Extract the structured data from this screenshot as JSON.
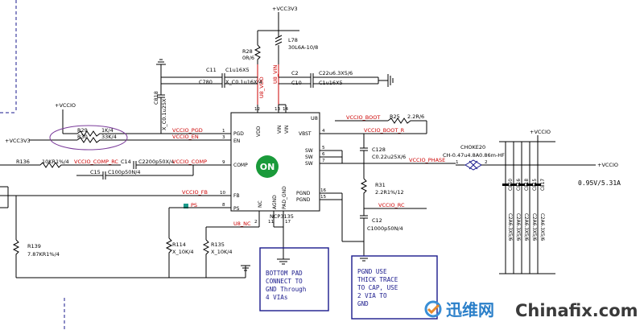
{
  "chip": {
    "part": "NCP3135",
    "ref": "U8",
    "pins_left": [
      {
        "name": "PGD",
        "num": "1"
      },
      {
        "name": "EN",
        "num": "3"
      },
      {
        "name": "COMP",
        "num": "9"
      },
      {
        "name": "FB",
        "num": "10"
      },
      {
        "name": "PS",
        "num": "8"
      }
    ],
    "pins_right": [
      {
        "name": "VBST",
        "num": "4"
      },
      {
        "name": "SW",
        "num": "5"
      },
      {
        "name": "SW",
        "num": "6"
      },
      {
        "name": "SW",
        "num": "7"
      },
      {
        "name": "PGND",
        "num": "16"
      },
      {
        "name": "PGND",
        "num": "15"
      }
    ],
    "pins_top": [
      {
        "name": "VDD",
        "num": "12"
      },
      {
        "name": "VIN",
        "num": "13"
      },
      {
        "name": "VIN",
        "num": "14"
      }
    ],
    "pins_bottom": [
      {
        "name": "NC",
        "num": "2"
      },
      {
        "name": "AGND",
        "num": "11"
      },
      {
        "name": "PAD_GND",
        "num": "17"
      }
    ]
  },
  "power": {
    "vcc3v3_top": "+VCC3V3",
    "vccio_left": "+VCCIO",
    "vcc3v3_left": "+VCC3V3",
    "vccio_right": "+VCCIO",
    "vccio_out": "+VCCIO",
    "output_spec": "0.95V/5.31A"
  },
  "components": {
    "l78": {
      "ref": "L78",
      "value": "30L6A-10/8"
    },
    "r28": {
      "ref": "R28",
      "value": "0R/6"
    },
    "c11": {
      "ref": "C11",
      "value": "C1u16X5"
    },
    "c780": {
      "ref": "C780",
      "value": "X_C0.1u16X/4"
    },
    "c2": {
      "ref": "C2",
      "value": "C22u6.3X5/6"
    },
    "c10": {
      "ref": "C10",
      "value": "C1u16X5"
    },
    "c818": {
      "ref": "C818",
      "value": "X_C0.1u25X"
    },
    "r29": {
      "ref": "R29",
      "value": "1K/4"
    },
    "r30": {
      "ref": "R30",
      "value": "33K/4"
    },
    "r136": {
      "ref": "R136",
      "value": "10KR1%/4"
    },
    "c14": {
      "ref": "C14",
      "value": "C2200p50X/4"
    },
    "c15": {
      "ref": "C15",
      "value": "C100p50N/4"
    },
    "r139": {
      "ref": "R139",
      "value": "7.87KR1%/4"
    },
    "r114": {
      "ref": "R114",
      "value": "X_10K/4"
    },
    "r135": {
      "ref": "R135",
      "value": "X_10K/4"
    },
    "r25": {
      "ref": "R25",
      "value": "2.2R/6"
    },
    "c128": {
      "ref": "C128",
      "value": "C0.22u25X/6"
    },
    "r31": {
      "ref": "R31",
      "value": "2.2R1%/12"
    },
    "c12": {
      "ref": "C12",
      "value": "C1000p50N/4"
    },
    "choke": {
      "ref": "CHOKE20",
      "value": "CH-0.47u4.8A0.86m-HF",
      "pin1": "1",
      "pin2": "2"
    },
    "out_caps": [
      {
        "ref": "C850",
        "value": "C2A6.3X5/6"
      },
      {
        "ref": "C816",
        "value": "C2A6.3X5/6"
      },
      {
        "ref": "C818",
        "value": "C2A6.3X5/6"
      },
      {
        "ref": "C815",
        "value": "C2A6.3X5/6"
      },
      {
        "ref": "C817",
        "value": "C2A6.3X5/6"
      }
    ]
  },
  "nets": {
    "vccio_pgd": "VCCIO_PGD",
    "vccio_en": "VCCIO_EN",
    "vccio_comp_rc": "VCCIO_COMP_RC",
    "vccio_comp": "VCCIO_COMP",
    "vccio_fb": "VCCIO_FB",
    "ps": "PS",
    "u8_nc": "U8_NC",
    "vccio_boot": "VCCIO_BOOT",
    "vccio_boot_r": "VCCIO_BOOT_R",
    "vccio_phase": "VCCIO_PHASE",
    "vccio_rc": "VCCIO_RC",
    "u8_vin": "U8_VIN",
    "u8_vdd": "U8_VDD"
  },
  "notes": {
    "bottom_pad": [
      "BOTTOM PAD",
      "CONNECT TO",
      "GND Through",
      "4 VIAs"
    ],
    "pgnd": [
      "PGND USE",
      "THICK TRACE",
      "TO CAP, USE",
      "2 VIA TO",
      "GND"
    ]
  },
  "watermark": {
    "cn": "迅维网",
    "en": "Chinafix.com"
  },
  "colors": {
    "wire": "#000000",
    "net_label": "#cc0000",
    "note_box": "#1a1a8c",
    "logo_green": "#1a9a3a"
  }
}
